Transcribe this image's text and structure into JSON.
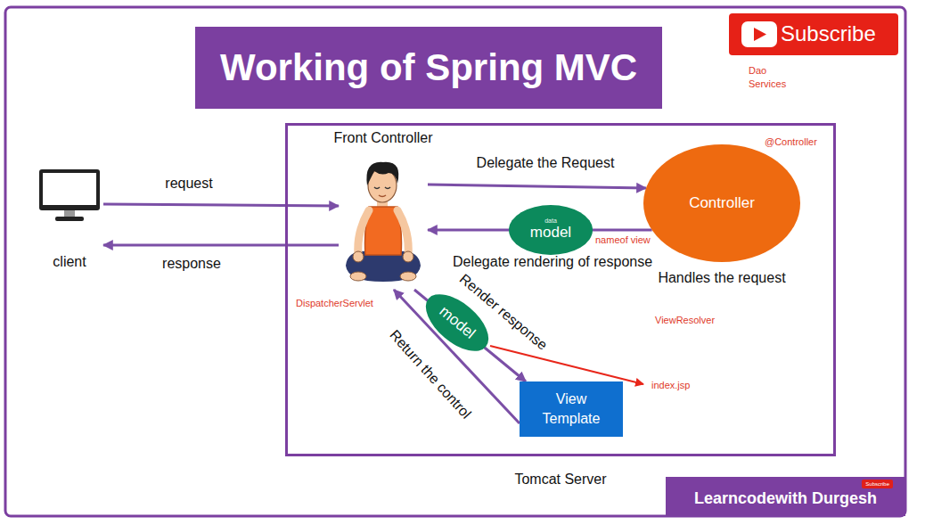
{
  "diagram": {
    "title": "Working of Spring MVC",
    "nodes": [
      {
        "text": [
          "Subscribe"
        ]
      },
      {
        "text": [
          "client"
        ]
      },
      {
        "text": [
          "Tomcat Server"
        ]
      },
      {
        "text": [
          "Front Controller",
          "DispatcherServlet"
        ],
        "in": 2
      },
      {
        "text": [
          "@Controller",
          "Controller",
          "Handles the request"
        ],
        "in": 2
      },
      {
        "text": [
          "data",
          "model"
        ],
        "in": 2
      },
      {
        "text": [
          "model"
        ],
        "in": 2
      },
      {
        "text": [
          "View Template"
        ],
        "in": 2
      },
      {
        "text": [
          "Learncodewith Durgesh",
          "Subscribe"
        ]
      }
    ],
    "edges": [
      {
        "from": 1,
        "to": 3,
        "label": "request",
        "arrow": "to"
      },
      {
        "from": 3,
        "to": 1,
        "label": "response",
        "arrow": "to"
      },
      {
        "from": 3,
        "to": 4,
        "label": "Delegate the Request",
        "arrow": "to"
      },
      {
        "from": 4,
        "to": 3,
        "label": "Delegate rendering of response",
        "arrow": "to"
      },
      {
        "from": 3,
        "to": 7,
        "label": "Render response",
        "arrow": "to"
      },
      {
        "from": 7,
        "to": 3,
        "label": "Return the control",
        "arrow": "to"
      }
    ],
    "labels": [
      "Dao",
      "Services",
      "nameof view",
      "ViewResolver",
      "index.jsp"
    ]
  }
}
